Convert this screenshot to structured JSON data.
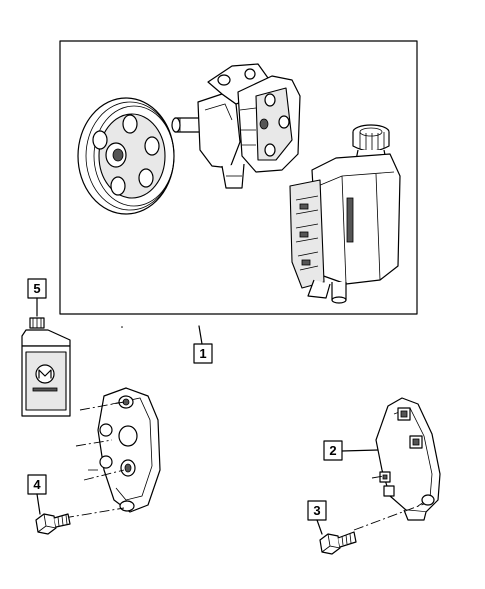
{
  "callouts": {
    "c1": "1",
    "c2": "2",
    "c3": "3",
    "c4": "4",
    "c5": "5"
  },
  "colors": {
    "line": "#000000",
    "background": "#ffffff",
    "shade": "#e8e8e8"
  }
}
